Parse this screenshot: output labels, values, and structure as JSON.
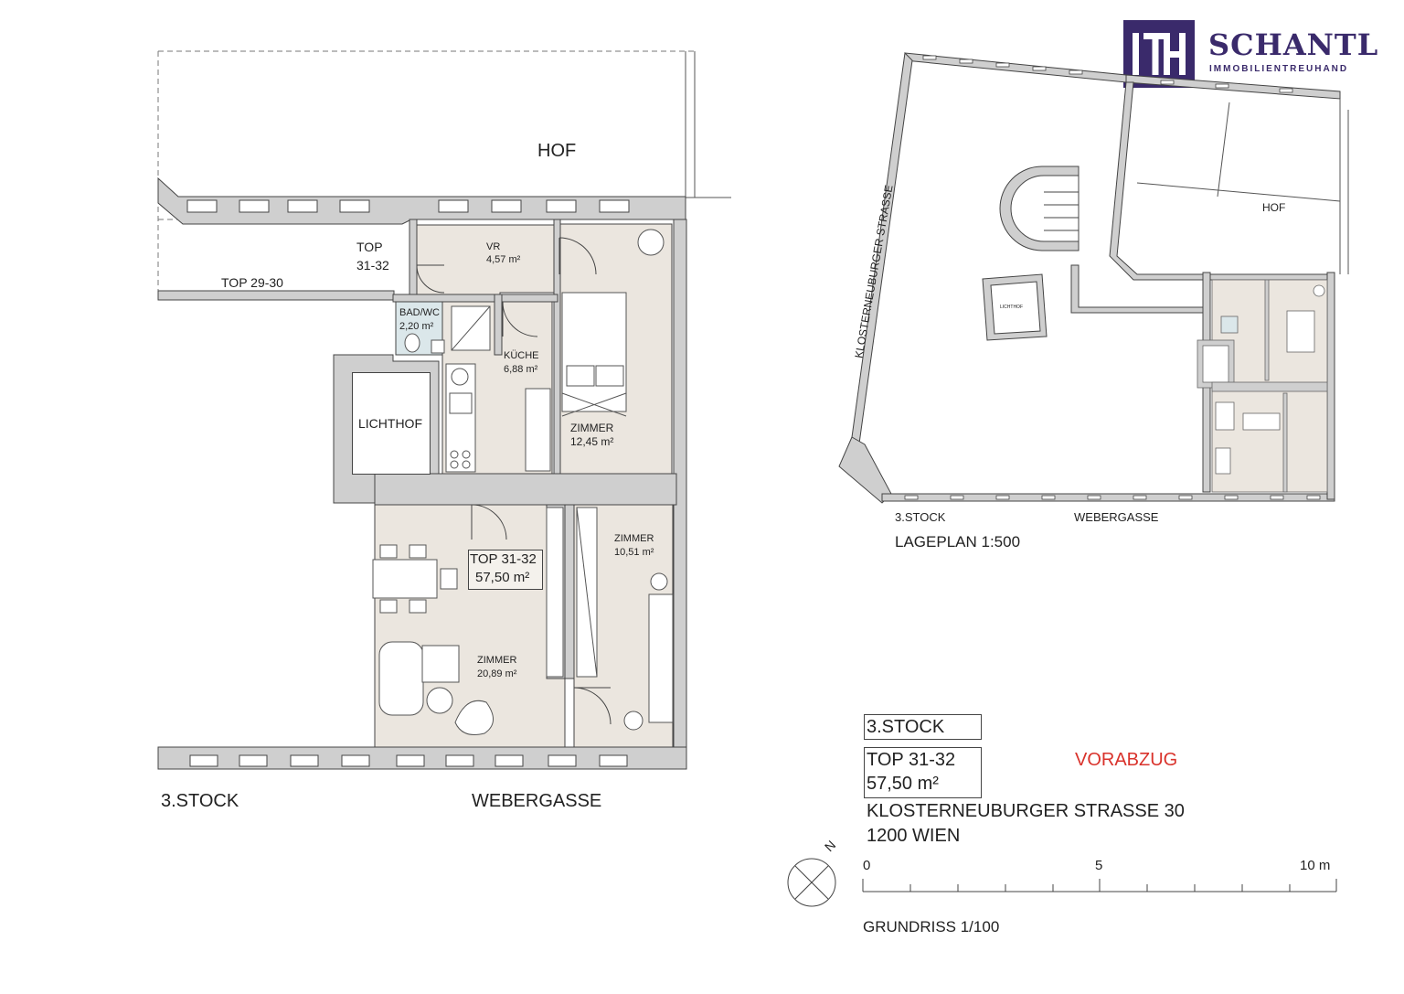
{
  "logo": {
    "mark": "ITH",
    "brand": "SCHANTL",
    "subtitle": "IMMOBILIENTREUHAND",
    "color": "#3a2a6b"
  },
  "plan": {
    "wall_color": "#cfcfcf",
    "floor_color": "#ebe6df",
    "bath_color": "#dbe7ea",
    "labels": {
      "hof": "HOF",
      "top_neighbor_a": "TOP",
      "top_neighbor_b": "31-32",
      "top_29_30": "TOP 29-30",
      "bad_a": "BAD/WC",
      "bad_b": "2,20 m²",
      "vr_a": "VR",
      "vr_b": "4,57 m²",
      "kueche_a": "KÜCHE",
      "kueche_b": "6,88 m²",
      "lichthof": "LICHTHOF",
      "zimmer1_a": "ZIMMER",
      "zimmer1_b": "12,45 m²",
      "zimmer2_a": "ZIMMER",
      "zimmer2_b": "10,51 m²",
      "top_box_a": "TOP 31-32",
      "top_box_b": "57,50 m²",
      "zimmer3_a": "ZIMMER",
      "zimmer3_b": "20,89 m²",
      "stock": "3.STOCK",
      "street": "WEBERGASSE"
    }
  },
  "site": {
    "street_left": "KLOSTERNEUBURGER STRASSE",
    "hof": "HOF",
    "lichthof": "LICHTHOF",
    "stock": "3.STOCK",
    "street_bottom": "WEBERGASSE",
    "scale": "LAGEPLAN 1:500"
  },
  "info": {
    "stock": "3.STOCK",
    "top": "TOP 31-32",
    "area": "57,50 m²",
    "draft": "VORABZUG",
    "draft_color": "#d9322b",
    "address": "KLOSTERNEUBURGER STRASSE 30",
    "city": "1200 WIEN",
    "north": "N",
    "scale_0": "0",
    "scale_5": "5",
    "scale_10": "10 m",
    "plan_scale": "GRUNDRISS 1/100"
  }
}
